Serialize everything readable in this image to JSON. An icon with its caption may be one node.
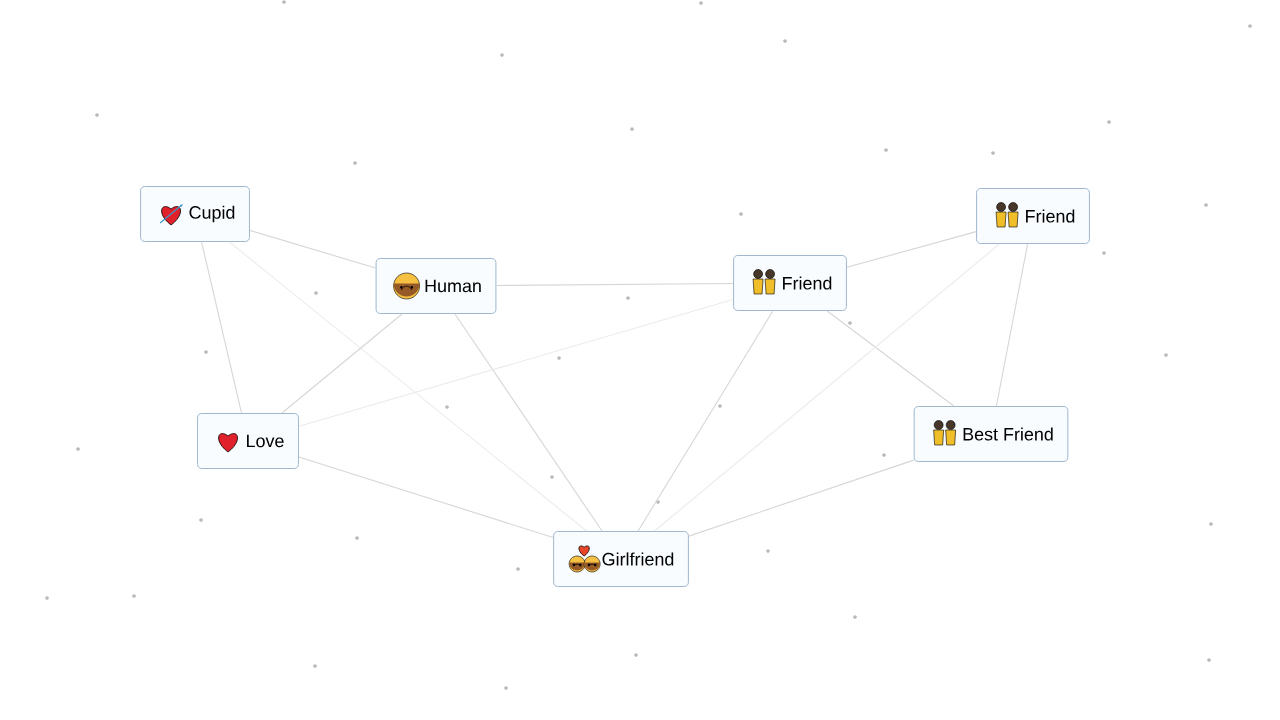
{
  "diagram": {
    "nodes": [
      {
        "text": [
          "Cupid"
        ]
      },
      {
        "text": [
          "Human"
        ]
      },
      {
        "text": [
          "Friend"
        ]
      },
      {
        "text": [
          "Friend"
        ]
      },
      {
        "text": [
          "Love"
        ]
      },
      {
        "text": [
          "Best Friend"
        ]
      },
      {
        "text": [
          "Girlfriend"
        ]
      }
    ],
    "edges": [
      {
        "from": 0,
        "to": 1,
        "arrow": "none"
      },
      {
        "from": 0,
        "to": 4,
        "arrow": "none"
      },
      {
        "from": 0,
        "to": 6,
        "arrow": "none",
        "color": "#ebebeb"
      },
      {
        "from": 1,
        "to": 2,
        "arrow": "none"
      },
      {
        "from": 1,
        "to": 4,
        "arrow": "none"
      },
      {
        "from": 1,
        "to": 6,
        "arrow": "none"
      },
      {
        "from": 2,
        "to": 3,
        "arrow": "none"
      },
      {
        "from": 2,
        "to": 5,
        "arrow": "none"
      },
      {
        "from": 2,
        "to": 6,
        "arrow": "none"
      },
      {
        "from": 3,
        "to": 5,
        "arrow": "none"
      },
      {
        "from": 3,
        "to": 6,
        "arrow": "none",
        "color": "#ebebeb"
      },
      {
        "from": 4,
        "to": 2,
        "arrow": "none",
        "color": "#ebebeb"
      },
      {
        "from": 4,
        "to": 6,
        "arrow": "none"
      },
      {
        "from": 5,
        "to": 6,
        "arrow": "none"
      }
    ]
  }
}
